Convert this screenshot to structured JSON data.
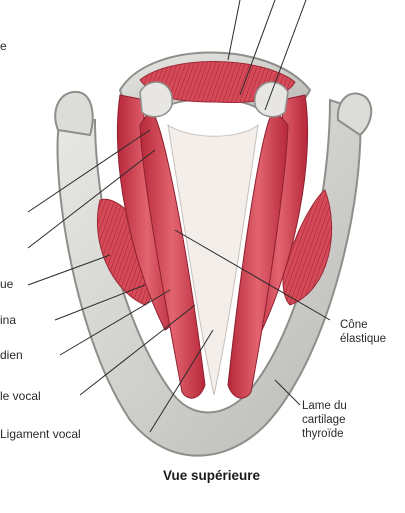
{
  "labels": {
    "top_fragment": "e",
    "left_1": "ue",
    "left_2": "ina",
    "left_3": "dien",
    "left_4": "le vocal",
    "left_5": "Ligament vocal",
    "cone_line1": "Cône",
    "cone_line2": "élastique",
    "lame_line1": "Lame du",
    "lame_line2": "cartilage",
    "lame_line3": "thyroïde"
  },
  "caption": "Vue supérieure"
}
